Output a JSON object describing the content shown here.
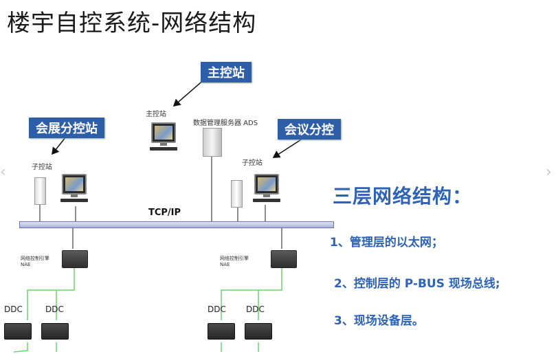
{
  "title": "楼宇自控系统-网络结构",
  "callouts": {
    "main": "主控站",
    "exhibition": "会展分控站",
    "meeting": "会议分控"
  },
  "labels": {
    "main_station": "主控站",
    "data_server": "数据管理服务器 ADS",
    "sub_station_left": "子控站",
    "sub_station_right": "子控站",
    "tcpip": "TCP/IP",
    "nae_left": "网络控制引擎\nNAE",
    "nae_right": "网络控制引擎\nNAE",
    "ddc": [
      "DDC",
      "DDC",
      "DDC",
      "DDC"
    ]
  },
  "panel": {
    "heading": "三层网络结构：",
    "items": [
      "1、管理层的以太网；",
      "2、控制层的 P-BUS 现场总线;",
      "3、现场设备层。"
    ]
  },
  "colors": {
    "callout_bg": "#2e5ea8",
    "panel_text": "#2d62b5",
    "field_line": "#6dd36a"
  }
}
